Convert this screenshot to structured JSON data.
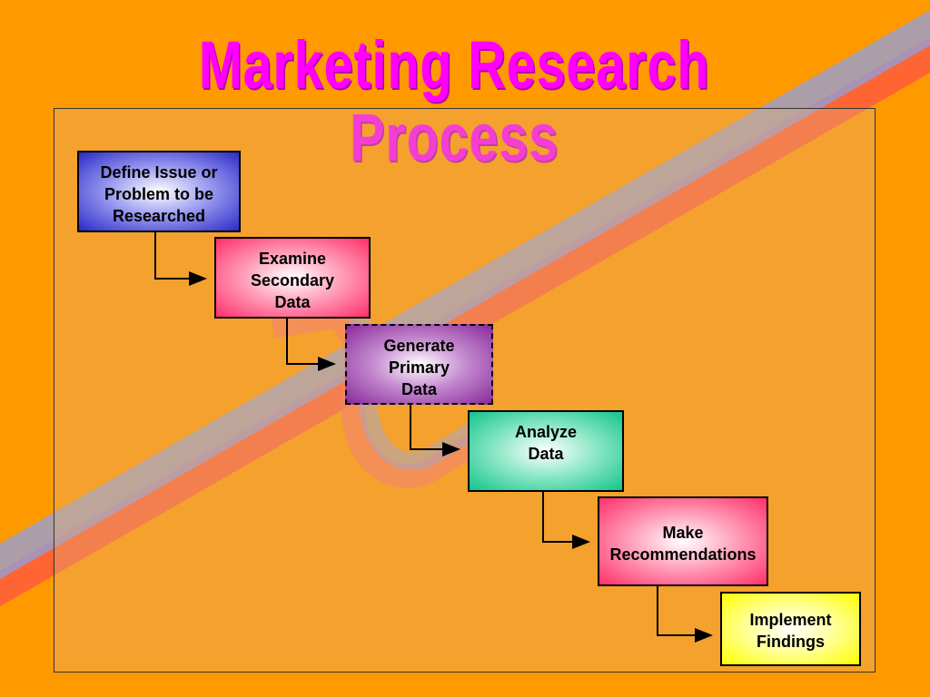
{
  "slide": {
    "title": "Marketing Research Process"
  },
  "steps": [
    {
      "label": "Define Issue or\nProblem to be\nResearched"
    },
    {
      "label": "Examine\nSecondary\nData"
    },
    {
      "label": "Generate\nPrimary\nData"
    },
    {
      "label": "Analyze\nData"
    },
    {
      "label": "Make\nRecommendations"
    },
    {
      "label": "Implement\nFindings"
    }
  ],
  "colors": {
    "background": "#ff9900",
    "title": "#ff00ff",
    "step_define": "#2a2ac8",
    "step_secondary": "#ff2f6a",
    "step_primary": "#8a2b9a",
    "step_analyze": "#13c48a",
    "step_recommend": "#ff2f6a",
    "step_implement": "#ffff00"
  }
}
